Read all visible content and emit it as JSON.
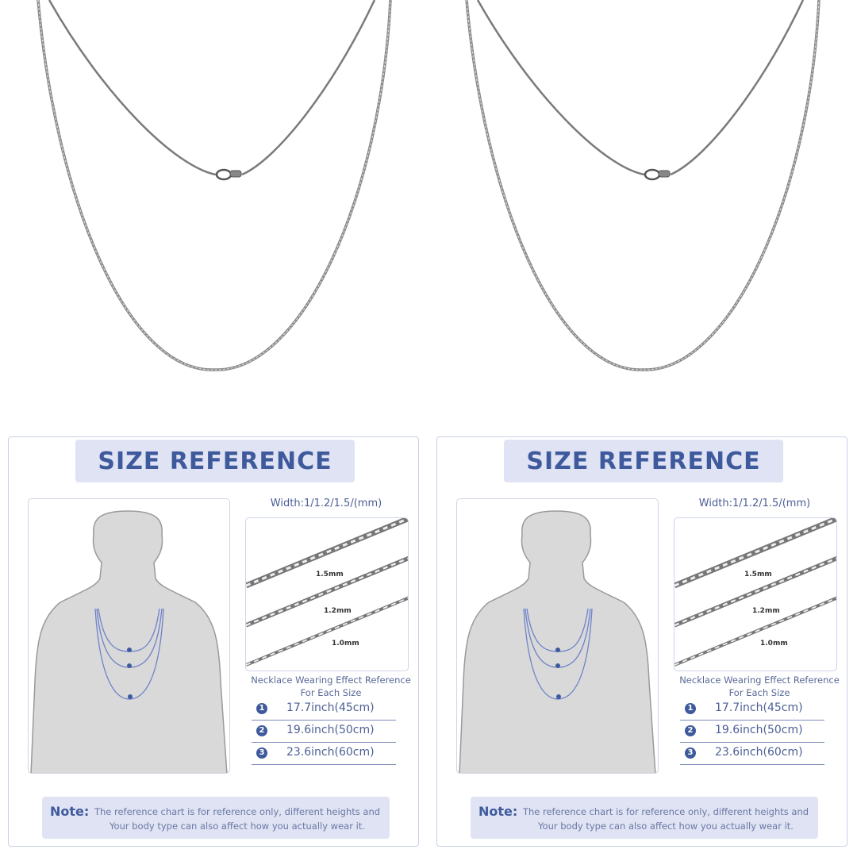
{
  "colors": {
    "accent": "#3f5a9c",
    "panel_bg": "#dfe3f3",
    "silhouette": "#d9d9d9"
  },
  "panels": [
    {
      "title": "SIZE REFERENCE",
      "width_label": "Width:1/1.2/1.5/(mm)",
      "chain_labels": [
        "1.5mm",
        "1.2mm",
        "1.0mm"
      ],
      "caption_line1": "Necklace Wearing  Effect Reference",
      "caption_line2": "For Each Size",
      "sizes": [
        {
          "num": "1",
          "value": "17.7inch(45cm)"
        },
        {
          "num": "2",
          "value": "19.6inch(50cm)"
        },
        {
          "num": "3",
          "value": "23.6inch(60cm)"
        }
      ],
      "note_label": "Note:",
      "note_text": "The reference chart is for reference only, different heights and Your body type can also affect how you actually wear it."
    },
    {
      "title": "SIZE REFERENCE",
      "width_label": "Width:1/1.2/1.5/(mm)",
      "chain_labels": [
        "1.5mm",
        "1.2mm",
        "1.0mm"
      ],
      "caption_line1": "Necklace Wearing  Effect Reference",
      "caption_line2": "For Each Size",
      "sizes": [
        {
          "num": "1",
          "value": "17.7inch(45cm)"
        },
        {
          "num": "2",
          "value": "19.6inch(50cm)"
        },
        {
          "num": "3",
          "value": "23.6inch(60cm)"
        }
      ],
      "note_label": "Note:",
      "note_text": "The reference chart is for reference only, different heights and Your body type can also affect how you actually wear it."
    }
  ]
}
